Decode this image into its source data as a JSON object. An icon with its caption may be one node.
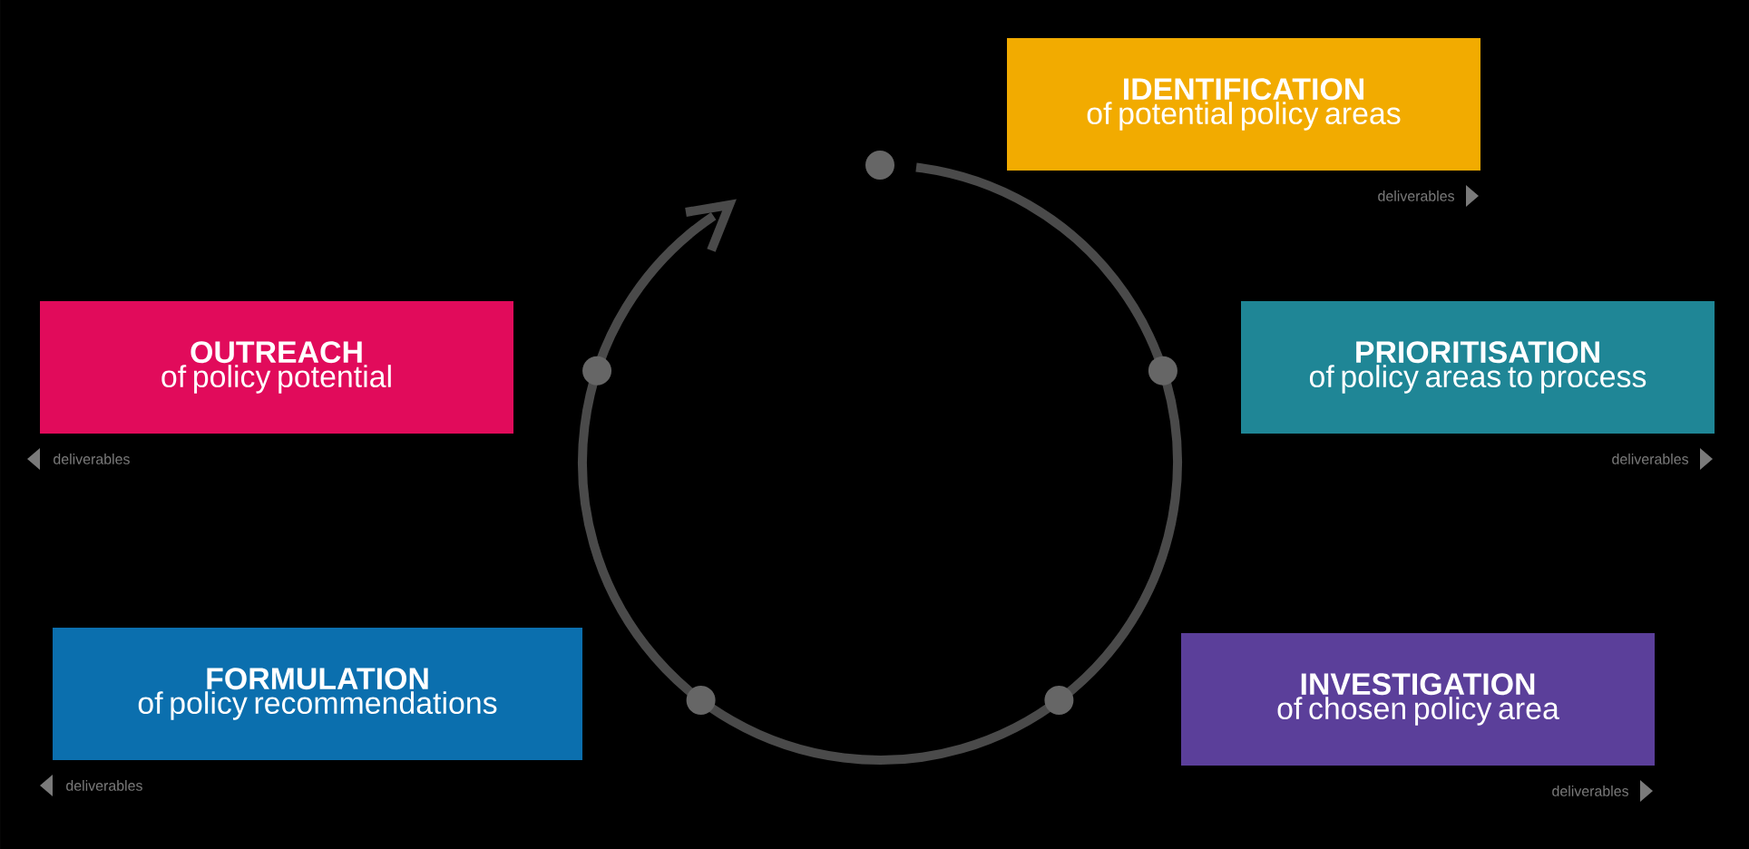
{
  "diagram": {
    "nodes": [
      {
        "text": [
          "IDENTIFICATION",
          "of potential policy areas"
        ],
        "beside": [
          "deliverables"
        ]
      },
      {
        "text": [
          "PRIORITISATION",
          "of policy areas to process"
        ],
        "beside": [
          "deliverables"
        ]
      },
      {
        "text": [
          "INVESTIGATION",
          "of chosen policy area"
        ],
        "beside": [
          "deliverables"
        ]
      },
      {
        "text": [
          "FORMULATION",
          "of policy recommendations"
        ],
        "beside": [
          "deliverables"
        ]
      },
      {
        "text": [
          "OUTREACH",
          "of policy potential"
        ],
        "beside": [
          "deliverables"
        ]
      }
    ]
  }
}
